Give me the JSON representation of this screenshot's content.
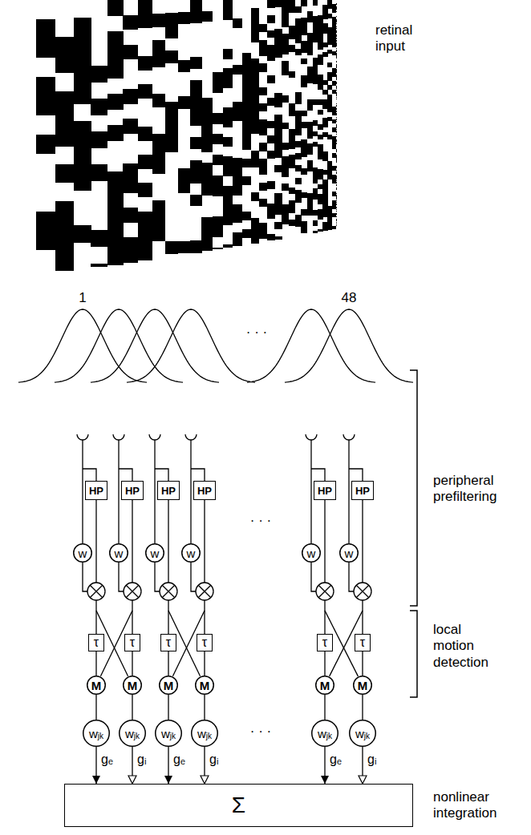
{
  "diagram": {
    "nodes": [
      {
        "text": [
          "HP"
        ]
      },
      {
        "text": [
          "HP"
        ]
      },
      {
        "text": [
          "HP"
        ]
      },
      {
        "text": [
          "HP"
        ]
      },
      {
        "text": [
          "HP"
        ]
      },
      {
        "text": [
          "HP"
        ]
      },
      {
        "text": [
          "w"
        ]
      },
      {
        "text": [
          "w"
        ]
      },
      {
        "text": [
          "w"
        ]
      },
      {
        "text": [
          "w"
        ]
      },
      {
        "text": [
          "w"
        ]
      },
      {
        "text": [
          "w"
        ]
      },
      {
        "text": [
          "τ"
        ]
      },
      {
        "text": [
          "τ"
        ]
      },
      {
        "text": [
          "τ"
        ]
      },
      {
        "text": [
          "τ"
        ]
      },
      {
        "text": [
          "τ"
        ]
      },
      {
        "text": [
          "τ"
        ]
      },
      {
        "text": [
          "M"
        ]
      },
      {
        "text": [
          "M"
        ]
      },
      {
        "text": [
          "M"
        ]
      },
      {
        "text": [
          "M"
        ]
      },
      {
        "text": [
          "M"
        ]
      },
      {
        "text": [
          "M"
        ]
      },
      {
        "text": [
          "w",
          "jk"
        ]
      },
      {
        "text": [
          "w",
          "jk"
        ]
      },
      {
        "text": [
          "w",
          "jk"
        ]
      },
      {
        "text": [
          "w",
          "jk"
        ]
      },
      {
        "text": [
          "w",
          "jk"
        ]
      },
      {
        "text": [
          "w",
          "jk"
        ]
      },
      {
        "text": [
          "Σ"
        ]
      }
    ],
    "edges": [
      {
        "from": 12,
        "to": 18,
        "arrow": "none"
      },
      {
        "from": 13,
        "to": 19,
        "arrow": "none"
      },
      {
        "from": 14,
        "to": 20,
        "arrow": "none"
      },
      {
        "from": 15,
        "to": 21,
        "arrow": "none"
      },
      {
        "from": 16,
        "to": 22,
        "arrow": "none"
      },
      {
        "from": 17,
        "to": 23,
        "arrow": "none"
      },
      {
        "from": 18,
        "to": 24,
        "arrow": "none"
      },
      {
        "from": 19,
        "to": 25,
        "arrow": "none"
      },
      {
        "from": 20,
        "to": 26,
        "arrow": "none"
      },
      {
        "from": 21,
        "to": 27,
        "arrow": "none"
      },
      {
        "from": 22,
        "to": 28,
        "arrow": "none"
      },
      {
        "from": 23,
        "to": 29,
        "arrow": "none"
      },
      {
        "from": 24,
        "to": 30,
        "arrow": "to",
        "label": "gₑ"
      },
      {
        "from": 25,
        "to": 30,
        "arrow": "to",
        "label": "gᵢ"
      },
      {
        "from": 26,
        "to": 30,
        "arrow": "to",
        "label": "gₑ"
      },
      {
        "from": 27,
        "to": 30,
        "arrow": "to",
        "label": "gᵢ"
      },
      {
        "from": 28,
        "to": 30,
        "arrow": "to",
        "label": "gₑ"
      },
      {
        "from": 29,
        "to": 30,
        "arrow": "to",
        "label": "gᵢ"
      }
    ],
    "labels": [
      "retinal input",
      "1",
      "48",
      "· · ·",
      "· · ·",
      "· · ·",
      "peripheral prefiltering",
      "local motion detection",
      "nonlinear integration"
    ]
  }
}
